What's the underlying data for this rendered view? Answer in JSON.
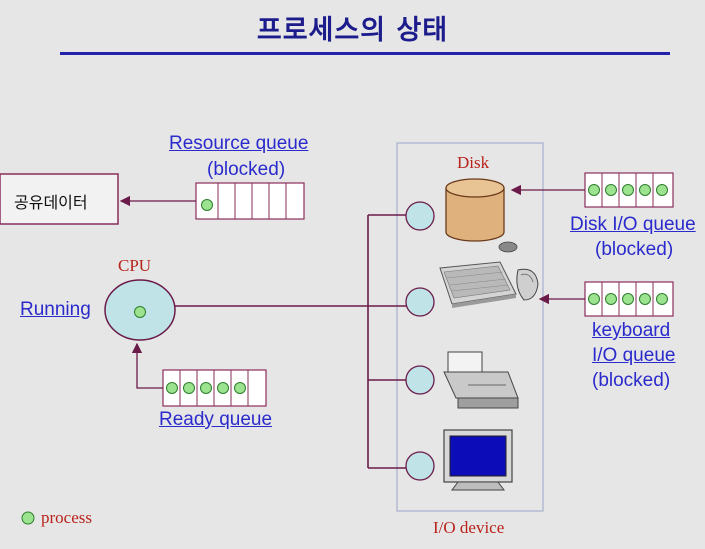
{
  "title": "프로세스의 상태",
  "shared_data": {
    "label": "공유데이터"
  },
  "resource_queue": {
    "line1": "Resource queue",
    "line2": "(blocked)"
  },
  "cpu": {
    "label": "CPU",
    "state": "Running"
  },
  "ready_queue": {
    "label": "Ready queue"
  },
  "io": {
    "disk_label": "Disk",
    "device_label": "I/O device"
  },
  "disk_io_queue": {
    "line1": "Disk I/O queue",
    "line2": "(blocked)"
  },
  "keyboard_io_queue": {
    "line1": "keyboard",
    "line2": "I/O queue",
    "line3": "(blocked)"
  },
  "legend": {
    "label": "process"
  },
  "colors": {
    "process": "#9be38f",
    "queue_cell": "#ffffff",
    "node": "#bfe3e6",
    "connector": "#6b1b4a",
    "link_text": "#2a2acd",
    "red_label": "#b8231c"
  }
}
